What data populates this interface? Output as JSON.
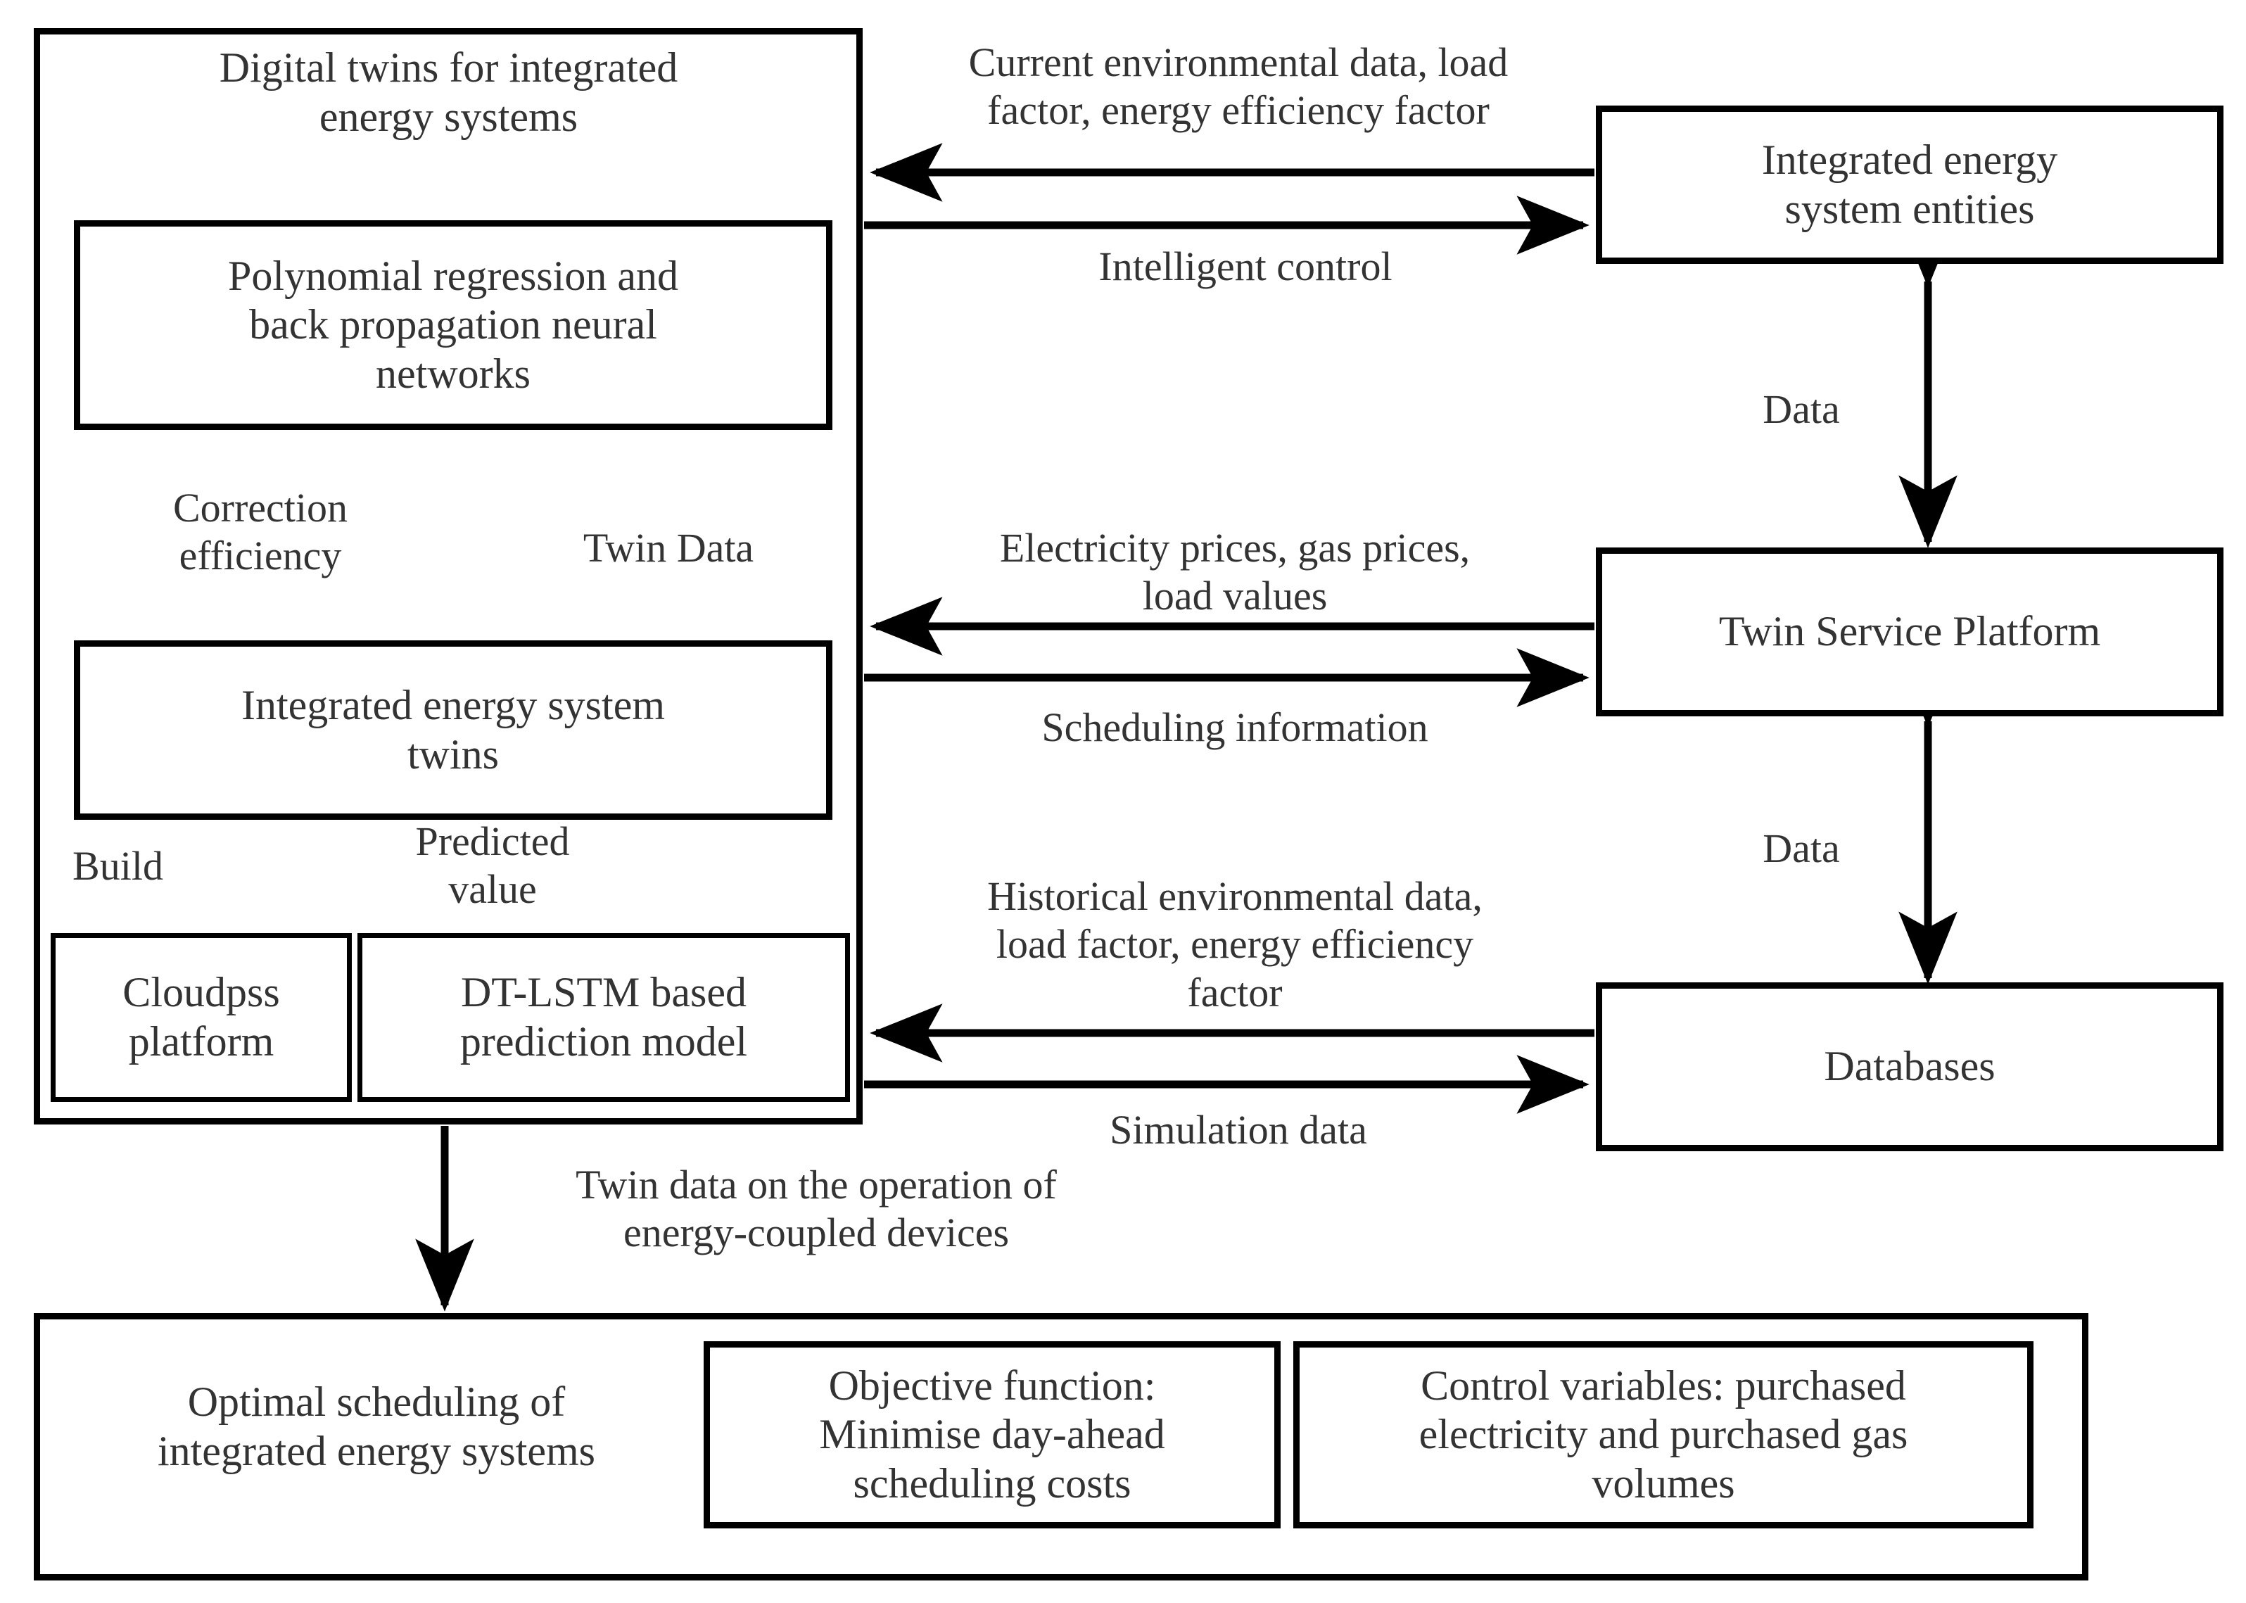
{
  "diagram": {
    "type": "flow-diagram",
    "title_box": {
      "label": "Digital twins for integrated\nenergy systems"
    },
    "boxes": [
      {
        "id": "digital-twins-container",
        "label": "Digital twins for integrated\nenergy systems"
      },
      {
        "id": "polynomial-regression",
        "label": "Polynomial regression and\nback propagation neural\nnetworks"
      },
      {
        "id": "ies-twins",
        "label": "Integrated energy system\ntwins"
      },
      {
        "id": "cloudpss-platform",
        "label": "Cloudpss\nplatform"
      },
      {
        "id": "dt-lstm-model",
        "label": "DT-LSTM based\nprediction model"
      },
      {
        "id": "ies-entities",
        "label": "Integrated energy\nsystem entities"
      },
      {
        "id": "twin-service-platform",
        "label": "Twin Service Platform"
      },
      {
        "id": "databases",
        "label": "Databases"
      },
      {
        "id": "optimal-scheduling",
        "label": "Optimal scheduling of\nintegrated energy systems"
      },
      {
        "id": "objective-function",
        "label": "Objective function:\nMinimise day-ahead\nscheduling costs"
      },
      {
        "id": "control-variables",
        "label": "Control variables: purchased\nelectricity and purchased gas\nvolumes"
      }
    ],
    "edge_labels": [
      {
        "id": "current-env-data",
        "label": "Current environmental data, load\nfactor, energy efficiency factor"
      },
      {
        "id": "intelligent-control",
        "label": "Intelligent control"
      },
      {
        "id": "correction-efficiency",
        "label": "Correction\nefficiency"
      },
      {
        "id": "twin-data",
        "label": "Twin Data"
      },
      {
        "id": "electricity-prices",
        "label": "Electricity prices, gas prices,\nload values"
      },
      {
        "id": "scheduling-information",
        "label": "Scheduling information"
      },
      {
        "id": "build",
        "label": "Build"
      },
      {
        "id": "predicted-value",
        "label": "Predicted\nvalue"
      },
      {
        "id": "historical-env-data",
        "label": "Historical environmental data,\nload factor, energy efficiency\nfactor"
      },
      {
        "id": "simulation-data",
        "label": "Simulation data"
      },
      {
        "id": "data-top",
        "label": "Data"
      },
      {
        "id": "data-bottom",
        "label": "Data"
      },
      {
        "id": "twin-data-operation",
        "label": "Twin data on the operation of\nenergy-coupled devices"
      }
    ],
    "colors": {
      "stroke": "#000000",
      "text": "#333333",
      "background": "#ffffff"
    }
  }
}
